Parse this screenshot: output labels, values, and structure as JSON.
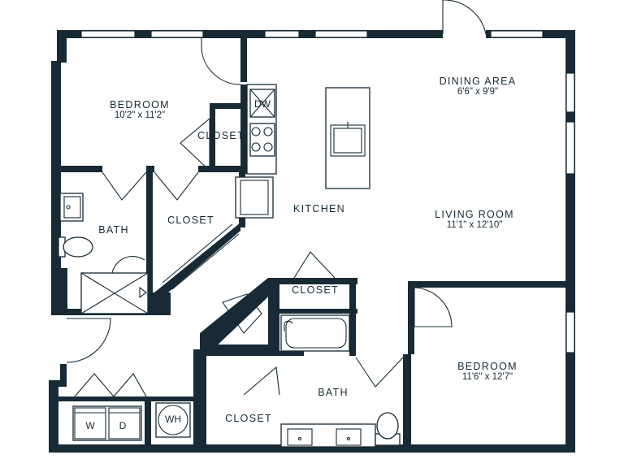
{
  "rooms": {
    "bedroom_1": {
      "name": "BEDROOM",
      "dims": "10'2\" x 11'2\""
    },
    "dining": {
      "name": "DINING AREA",
      "dims": "6'6\" x 9'9\""
    },
    "living": {
      "name": "LIVING ROOM",
      "dims": "11'1\" x 12'10\""
    },
    "kitchen": {
      "name": "KITCHEN"
    },
    "bath_1": {
      "name": "BATH"
    },
    "closet_bed1": {
      "name": "CLOSET"
    },
    "closet_hall": {
      "name": "CLOSET"
    },
    "closet_mid": {
      "name": "CLOSET"
    },
    "closet_bath2": {
      "name": "CLOSET"
    },
    "bath_2": {
      "name": "BATH"
    },
    "bedroom_2": {
      "name": "BEDROOM",
      "dims": "11'6\" x 12'7\""
    }
  },
  "fixtures": {
    "dishwasher": "DW",
    "washer": "W",
    "dryer": "D",
    "water_heater": "WH"
  },
  "colors": {
    "wall": "#172a35",
    "background": "#ffffff"
  }
}
